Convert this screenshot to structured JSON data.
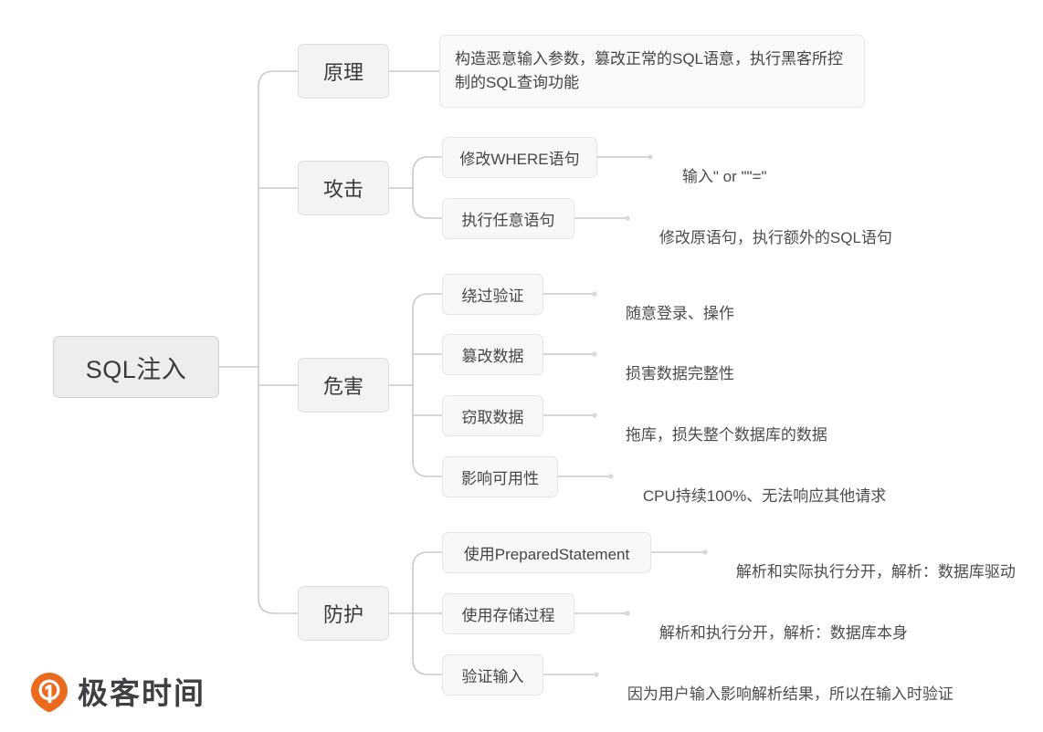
{
  "diagram": {
    "type": "mindmap",
    "title": "SQL注入",
    "root": {
      "label": "SQL注入"
    },
    "branches": [
      {
        "id": "principle",
        "label": "原理",
        "children": [
          {
            "id": "principle-desc",
            "kind": "description",
            "label": "构造恶意输入参数，篡改正常的SQL语意，执行黑客所控制的SQL查询功能"
          }
        ]
      },
      {
        "id": "attack",
        "label": "攻击",
        "children": [
          {
            "id": "attack-where",
            "kind": "node",
            "label": "修改WHERE语句",
            "note": "输入\" or \"\"=\""
          },
          {
            "id": "attack-arbitrary",
            "kind": "node",
            "label": "执行任意语句",
            "note": "修改原语句，执行额外的SQL语句"
          }
        ]
      },
      {
        "id": "harm",
        "label": "危害",
        "children": [
          {
            "id": "harm-bypass",
            "kind": "node",
            "label": "绕过验证",
            "note": "随意登录、操作"
          },
          {
            "id": "harm-tamper",
            "kind": "node",
            "label": "篡改数据",
            "note": "损害数据完整性"
          },
          {
            "id": "harm-steal",
            "kind": "node",
            "label": "窃取数据",
            "note": "拖库，损失整个数据库的数据"
          },
          {
            "id": "harm-availability",
            "kind": "node",
            "label": "影响可用性",
            "note": "CPU持续100%、无法响应其他请求"
          }
        ]
      },
      {
        "id": "defense",
        "label": "防护",
        "children": [
          {
            "id": "defense-prepared",
            "kind": "node",
            "label": "使用PreparedStatement",
            "note": "解析和实际执行分开，解析：数据库驱动"
          },
          {
            "id": "defense-procedure",
            "kind": "node",
            "label": "使用存储过程",
            "note": "解析和执行分开，解析：数据库本身"
          },
          {
            "id": "defense-validate",
            "kind": "node",
            "label": "验证输入",
            "note": "因为用户输入影响解析结果，所以在输入时验证"
          }
        ]
      }
    ]
  },
  "logo": {
    "text": "极客时间",
    "mark_color": "#ea6a1e",
    "text_color": "#3e4043"
  },
  "colors": {
    "background": "#ffffff",
    "connector": "#c9cacb",
    "root_fill": "#eceded",
    "root_border": "#cfd0d0",
    "level1_fill": "#f2f3f3",
    "level1_border": "#dcdddd",
    "level2_fill": "#f7f8f8",
    "level2_border": "#e4e5e5",
    "desc_fill": "#f9fafa",
    "desc_border": "#e6e7e7",
    "text": "#3b3b3b"
  }
}
